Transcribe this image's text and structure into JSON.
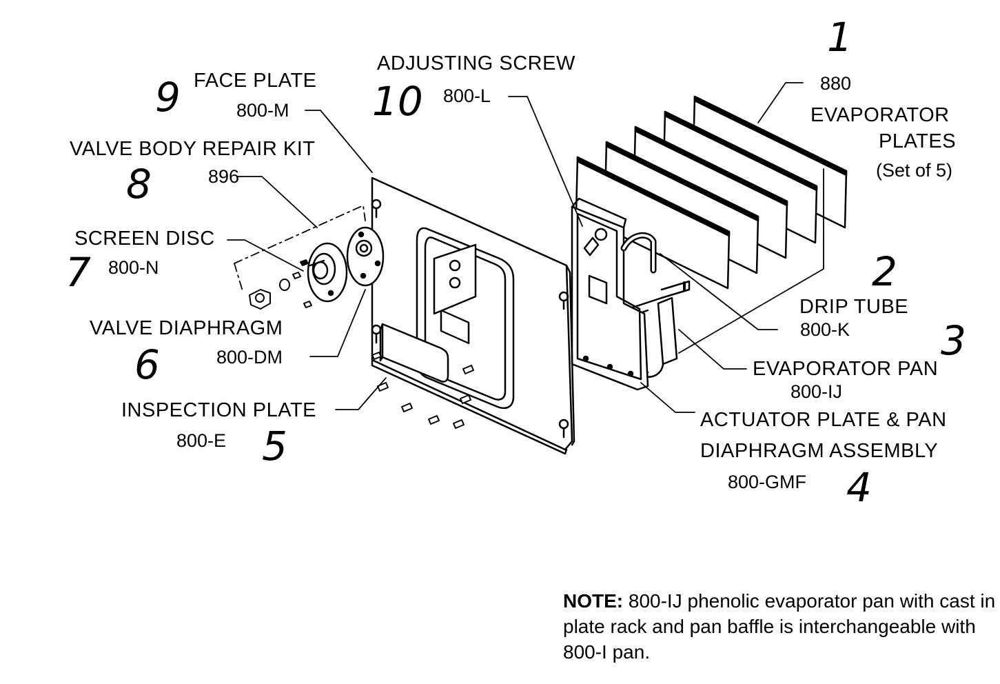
{
  "callouts": [
    {
      "number": "1",
      "label": [
        "880",
        "EVAPORATOR",
        "PLATES",
        "(Set of 5)"
      ]
    },
    {
      "number": "2",
      "label": [
        "DRIP TUBE"
      ],
      "part": "800-K"
    },
    {
      "number": "3",
      "label": [
        "EVAPORATOR PAN"
      ],
      "part": "800-IJ"
    },
    {
      "number": "4",
      "label": [
        "ACTUATOR PLATE & PAN",
        "DIAPHRAGM ASSEMBLY"
      ],
      "part": "800-GMF"
    },
    {
      "number": "5",
      "label": [
        "INSPECTION PLATE"
      ],
      "part": "800-E"
    },
    {
      "number": "6",
      "label": [
        "VALVE DIAPHRAGM"
      ],
      "part": "800-DM"
    },
    {
      "number": "7",
      "label": [
        "SCREEN DISC"
      ],
      "part": "800-N"
    },
    {
      "number": "8",
      "label": [
        "VALVE BODY REPAIR KIT"
      ],
      "part": "896"
    },
    {
      "number": "9",
      "label": [
        "FACE PLATE"
      ],
      "part": "800-M"
    },
    {
      "number": "10",
      "label": [
        "ADJUSTING SCREW"
      ],
      "part": "800-L"
    }
  ],
  "note": {
    "prefix": "NOTE:",
    "text": "800-IJ phenolic evaporator pan with cast in plate rack and pan baffle is interchangeable with 800-I pan."
  }
}
